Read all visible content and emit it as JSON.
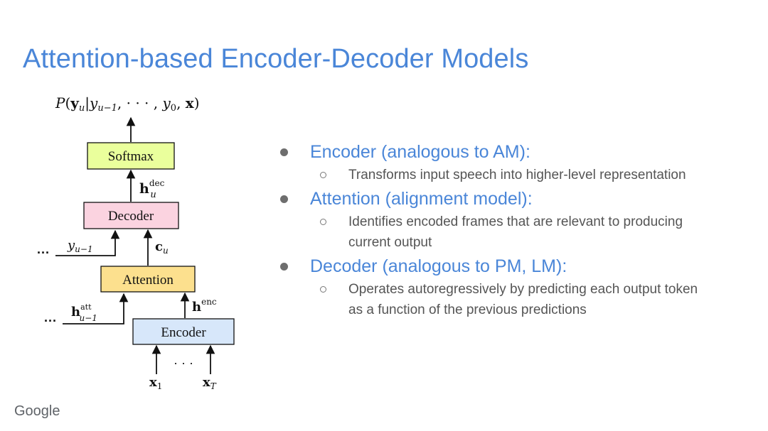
{
  "slide": {
    "title": "Attention-based Encoder-Decoder Models"
  },
  "diagram": {
    "output_prob": "P(y_u | y_{u-1}, ··· , y_0, x)",
    "boxes": {
      "softmax": "Softmax",
      "decoder": "Decoder",
      "attention": "Attention",
      "encoder": "Encoder"
    },
    "labels": {
      "h_dec": "h_u^dec",
      "y_prev": "y_{u-1}",
      "c_u": "c_u",
      "h_att": "h_{u-1}^att",
      "h_enc": "h^enc",
      "x1": "x_1",
      "xT": "x_T",
      "ellipsis": "···"
    },
    "colors": {
      "softmax": "#eaff9c",
      "decoder": "#fbd3e0",
      "attention": "#fce08e",
      "encoder": "#d7e7fa"
    }
  },
  "bullets": [
    {
      "heading": "Encoder (analogous to AM):",
      "sub": [
        "Transforms input speech into higher-level representation"
      ]
    },
    {
      "heading": "Attention (alignment model):",
      "sub": [
        "Identifies encoded frames that are relevant to producing current output"
      ]
    },
    {
      "heading": "Decoder (analogous to PM, LM):",
      "sub": [
        "Operates autoregressively by predicting each output token as a function of the previous predictions"
      ]
    }
  ],
  "footer": {
    "logo": "Google"
  }
}
